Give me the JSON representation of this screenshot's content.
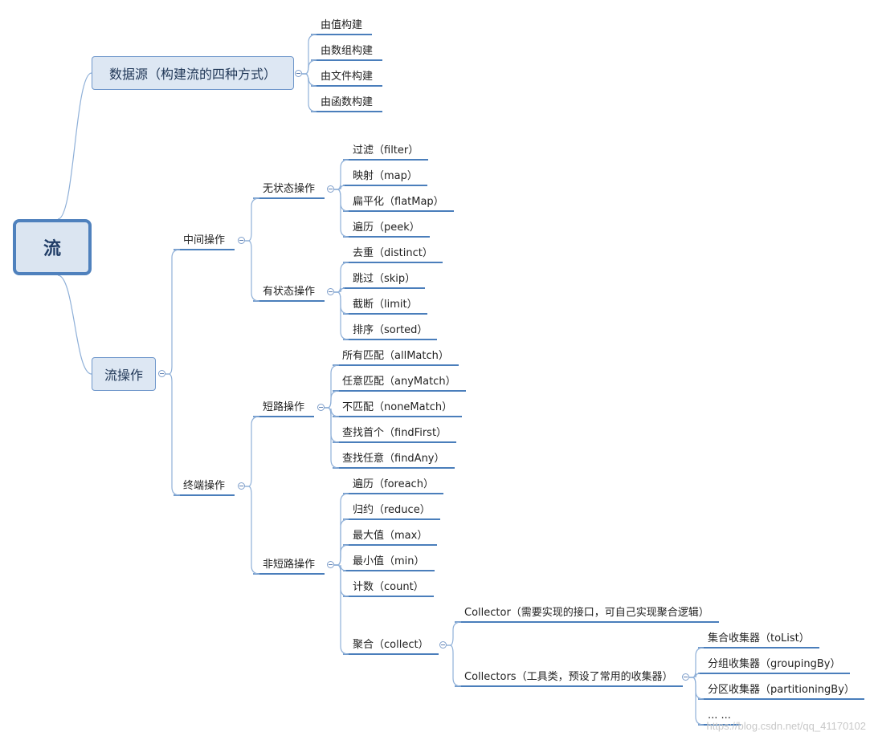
{
  "root": "流",
  "datasource": {
    "label": "数据源（构建流的四种方式）",
    "items": [
      "由值构建",
      "由数组构建",
      "由文件构建",
      "由函数构建"
    ]
  },
  "ops": {
    "label": "流操作",
    "intermediate": {
      "label": "中间操作",
      "stateless": {
        "label": "无状态操作",
        "items": [
          "过滤（filter）",
          "映射（map）",
          "扁平化（flatMap）",
          "遍历（peek）"
        ]
      },
      "stateful": {
        "label": "有状态操作",
        "items": [
          "去重（distinct）",
          "跳过（skip）",
          "截断（limit）",
          "排序（sorted）"
        ]
      }
    },
    "terminal": {
      "label": "终端操作",
      "short": {
        "label": "短路操作",
        "items": [
          "所有匹配（allMatch）",
          "任意匹配（anyMatch）",
          "不匹配（noneMatch）",
          "查找首个（findFirst）",
          "查找任意（findAny）"
        ]
      },
      "nonshort": {
        "label": "非短路操作",
        "items": [
          "遍历（foreach）",
          "归约（reduce）",
          "最大值（max）",
          "最小值（min）",
          "计数（count）"
        ],
        "collect": {
          "label": "聚合（collect）",
          "collector": "Collector（需要实现的接口，可自己实现聚合逻辑）",
          "collectors": {
            "label": "Collectors（工具类，预设了常用的收集器）",
            "items": [
              "集合收集器（toList）",
              "分组收集器（groupingBy）",
              "分区收集器（partitioningBy）",
              "... ..."
            ]
          }
        }
      }
    }
  },
  "watermark": "https://blog.csdn.net/qq_41170102",
  "colors": {
    "line": "#8fb0d8",
    "underline": "#4a7ebb",
    "node_fill": "#dde7f3",
    "node_border": "#6f97cb"
  }
}
